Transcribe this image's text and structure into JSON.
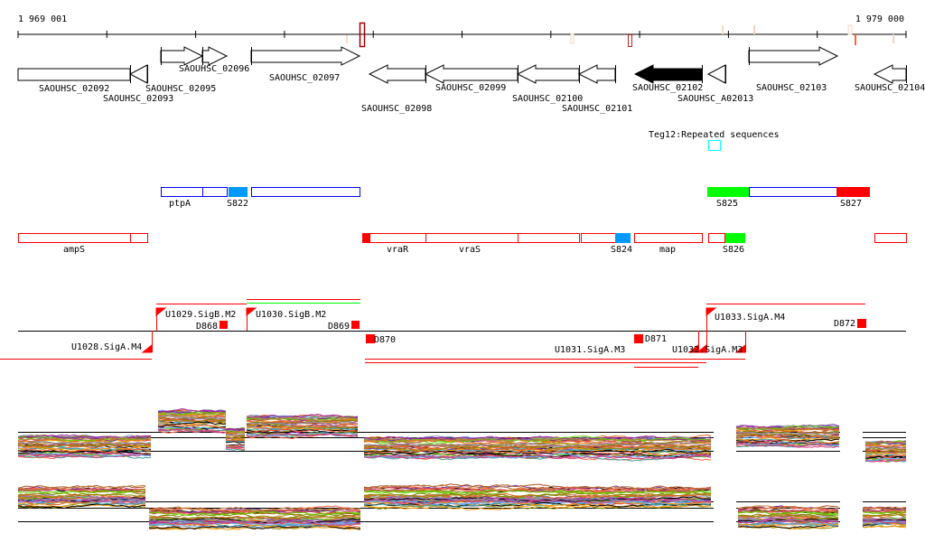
{
  "ruler": {
    "start_label": "1 969 001",
    "end_label": "1 979 000"
  },
  "genes": [
    "SAOUHSC_02092",
    "SAOUHSC_02093",
    "SAOUHSC_02095",
    "SAOUHSC_02096",
    "SAOUHSC_02097",
    "SAOUHSC_02098",
    "SAOUHSC_02099",
    "SAOUHSC_02100",
    "SAOUHSC_02101",
    "SAOUHSC_02102",
    "SAOUHSC_A02013",
    "SAOUHSC_02103",
    "SAOUHSC_02104"
  ],
  "repeat": {
    "label": "Teg12:Repeated sequences"
  },
  "features_plus": [
    "ptpA",
    "S822",
    "S825",
    "S827"
  ],
  "features_minus": [
    "ampS",
    "vraR",
    "vraS",
    "S824",
    "map",
    "S826"
  ],
  "promoters": [
    "U1029.SigB.M2",
    "D868",
    "U1030.SigB.M2",
    "D869",
    "D870",
    "U1028.SigA.M4",
    "U1033.SigA.M4",
    "D872",
    "D871",
    "U1031.SigA.M3",
    "U1032.SigA.M3"
  ],
  "colors": {
    "red": "#ff0000",
    "blue": "#0000ff",
    "green": "#00ff00",
    "cyan": "#00ffff",
    "lightblue": "#0099ff",
    "darkred": "#a00000"
  },
  "expression_palette": [
    "#e06020",
    "#8c8c00",
    "#a020a0",
    "#5fb0ff",
    "#60d000",
    "#000000",
    "#ff6040",
    "#c08040",
    "#9090c0",
    "#d04080",
    "#808000",
    "#40a0a0",
    "#ff9900",
    "#7030a0",
    "#b05020"
  ]
}
